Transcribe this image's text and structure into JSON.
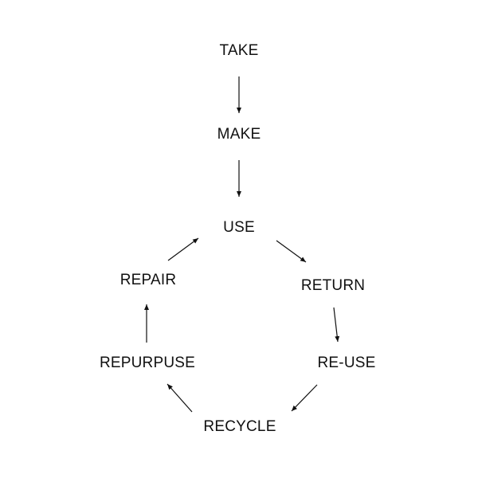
{
  "diagram": {
    "title": "Linear to circular economy flow",
    "nodes": {
      "take": "TAKE",
      "make": "MAKE",
      "use": "USE",
      "return": "RETURN",
      "reuse": "RE-USE",
      "recycle": "RECYCLE",
      "repurpose": "REPURPUSE",
      "repair": "REPAIR"
    },
    "edges": [
      {
        "from": "take",
        "to": "make"
      },
      {
        "from": "make",
        "to": "use"
      },
      {
        "from": "use",
        "to": "return"
      },
      {
        "from": "return",
        "to": "reuse"
      },
      {
        "from": "reuse",
        "to": "recycle"
      },
      {
        "from": "recycle",
        "to": "repurpose"
      },
      {
        "from": "repurpose",
        "to": "repair"
      },
      {
        "from": "repair",
        "to": "use"
      }
    ],
    "colors": {
      "text": "#111111",
      "arrow": "#111111",
      "background": "#ffffff"
    }
  }
}
